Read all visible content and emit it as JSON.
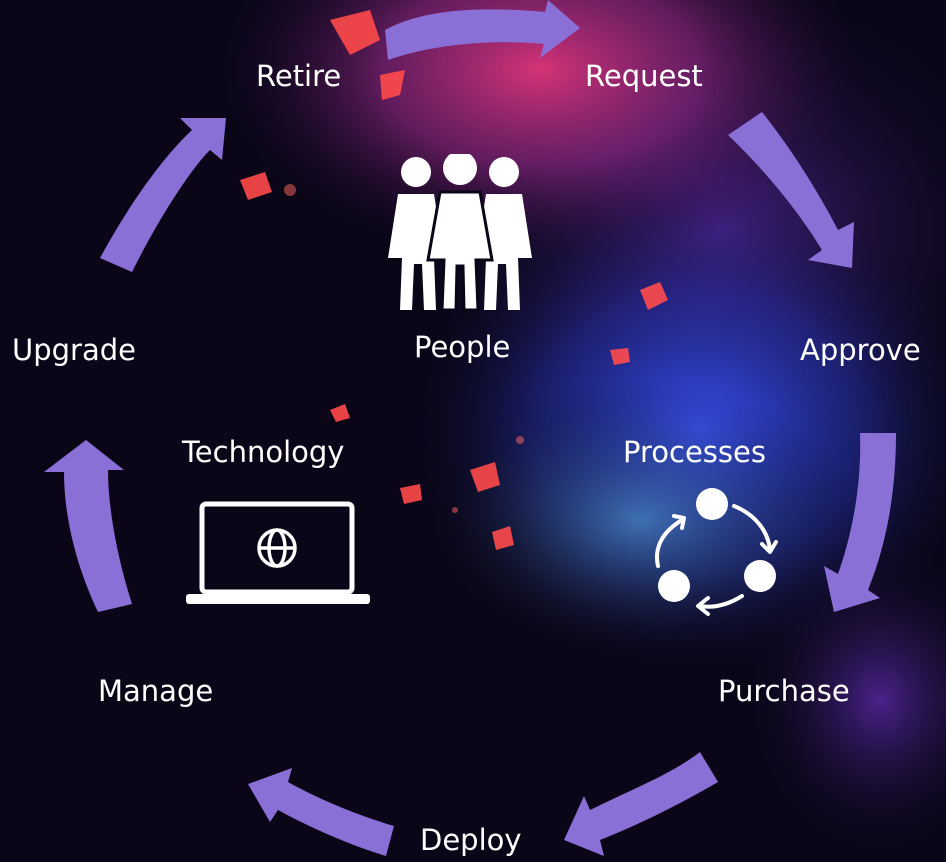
{
  "stages": {
    "retire": "Retire",
    "request": "Request",
    "approve": "Approve",
    "purchase": "Purchase",
    "deploy": "Deploy",
    "manage": "Manage",
    "upgrade": "Upgrade"
  },
  "pillars": {
    "people": "People",
    "technology": "Technology",
    "processes": "Processes"
  },
  "colors": {
    "arrow": "#8a6fd6",
    "arrow_dark": "#6a4fc4",
    "text": "#ffffff",
    "background": "#0a0618"
  },
  "icons": [
    "people-icon",
    "laptop-globe-icon",
    "process-cycle-icon"
  ]
}
